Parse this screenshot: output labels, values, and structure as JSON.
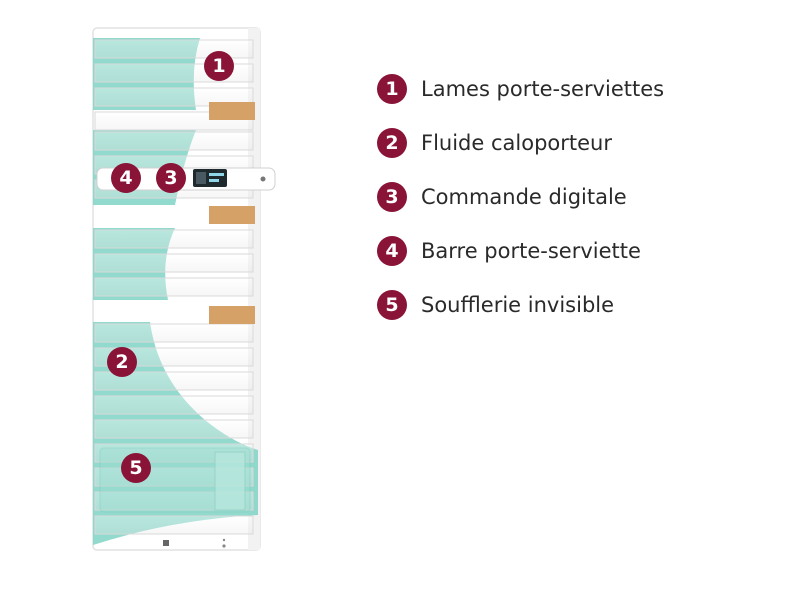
{
  "colors": {
    "badge": "#8a1438",
    "fluid": "#7fd3c4",
    "fluid_dark": "#5fbfae",
    "wood": "#d6a166",
    "frame": "#ffffff",
    "text": "#2a2a2a"
  },
  "legend": [
    {
      "num": "1",
      "label": "Lames porte-serviettes"
    },
    {
      "num": "2",
      "label": "Fluide caloporteur"
    },
    {
      "num": "3",
      "label": "Commande digitale"
    },
    {
      "num": "4",
      "label": "Barre porte-serviette"
    },
    {
      "num": "5",
      "label": "Soufflerie invisible"
    }
  ],
  "markers": {
    "m1": "1",
    "m2": "2",
    "m3": "3",
    "m4": "4",
    "m5": "5"
  }
}
